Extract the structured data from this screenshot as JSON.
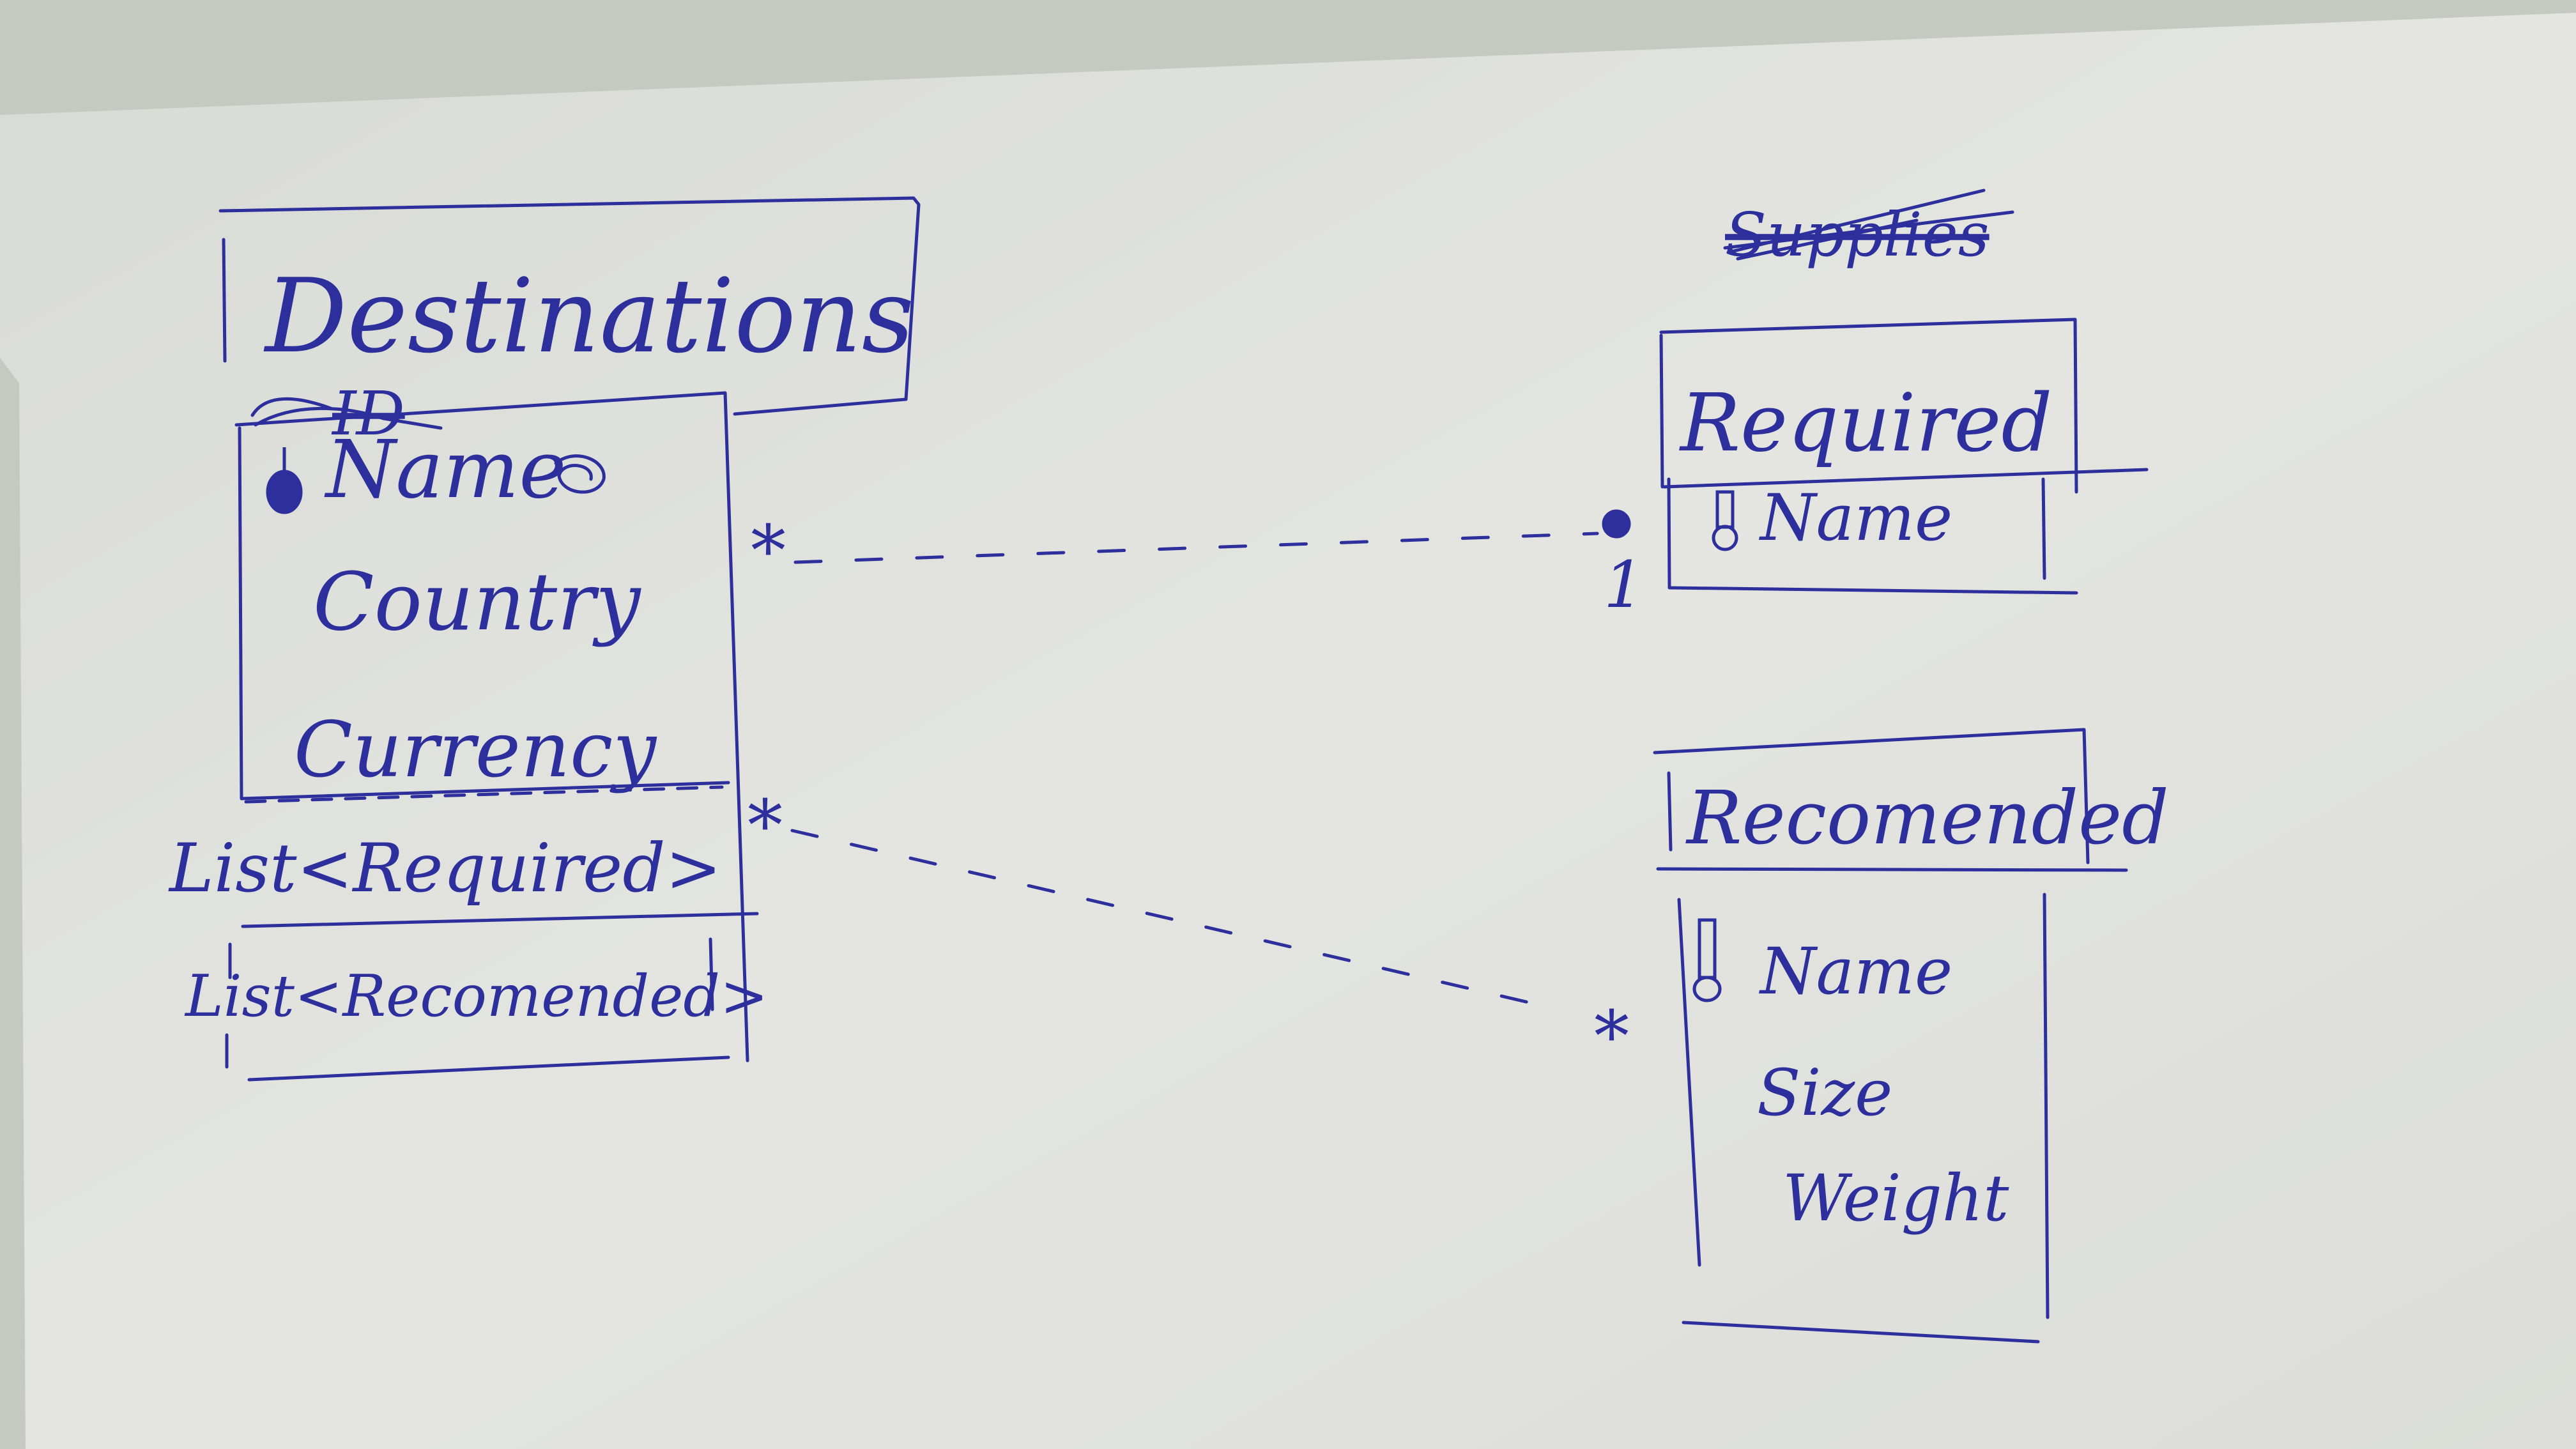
{
  "colors": {
    "ink": "#2d2f9c",
    "paper": "#e2e3df",
    "background": "#c9ccc5"
  },
  "destinations": {
    "title": "Destinations",
    "crossed_out_attribute": "ID",
    "key_icon": "key-icon",
    "attributes": [
      "Name",
      "Country",
      "Currency"
    ],
    "relations": [
      "List<Required>",
      "List<Recomended>"
    ]
  },
  "crossed_out_label": "Supplies",
  "required": {
    "title": "Required",
    "key_icon": "key-icon",
    "attributes": [
      "Name"
    ]
  },
  "recomended": {
    "title": "Recomended",
    "key_icon": "key-icon",
    "attributes": [
      "Name",
      "Size",
      "Weight"
    ]
  },
  "multiplicity": {
    "destinations_required_left": "*",
    "destinations_required_right": "1",
    "destinations_recomended_left": "*",
    "destinations_recomended_right": "*"
  }
}
